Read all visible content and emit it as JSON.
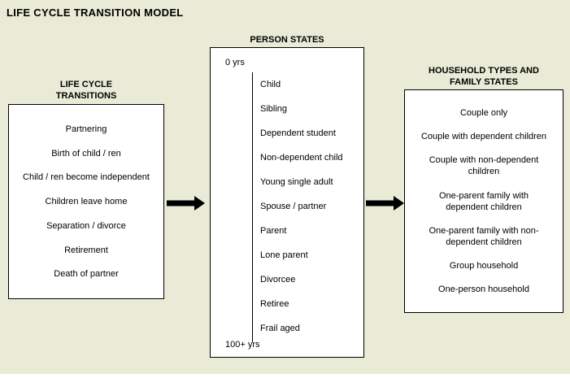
{
  "title": "LIFE CYCLE TRANSITION MODEL",
  "colors": {
    "background": "#E9EBD6",
    "box_background": "#FFFFFF",
    "border": "#000000",
    "text": "#000000",
    "arrow": "#000000"
  },
  "transitions": {
    "heading": "LIFE CYCLE TRANSITIONS",
    "items": [
      "Partnering",
      "Birth of child / ren",
      "Child / ren become independent",
      "Children leave home",
      "Separation / divorce",
      "Retirement",
      "Death of partner"
    ]
  },
  "person_states": {
    "heading": "PERSON STATES",
    "age_start": "0 yrs",
    "age_end": "100+ yrs",
    "items": [
      "Child",
      "Sibling",
      "Dependent student",
      "Non-dependent child",
      "Young single adult",
      "Spouse / partner",
      "Parent",
      "Lone parent",
      "Divorcee",
      "Retiree",
      "Frail aged"
    ]
  },
  "household": {
    "heading": "HOUSEHOLD TYPES AND FAMILY STATES",
    "items": [
      "Couple only",
      "Couple with dependent children",
      "Couple with non-dependent children",
      "One-parent family with dependent children",
      "One-parent family with non-dependent children",
      "Group household",
      "One-person household"
    ]
  }
}
